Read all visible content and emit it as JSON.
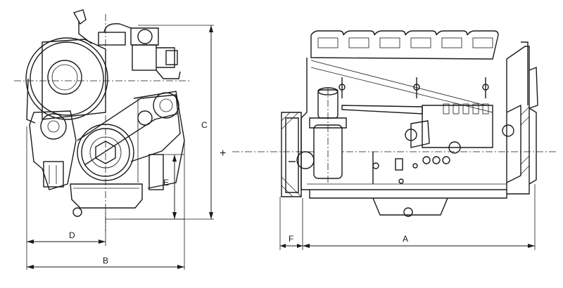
{
  "dimension_labels": {
    "a": "A",
    "b": "B",
    "c": "C",
    "d": "D",
    "e": "E",
    "f": "F"
  },
  "center_mark": "+"
}
